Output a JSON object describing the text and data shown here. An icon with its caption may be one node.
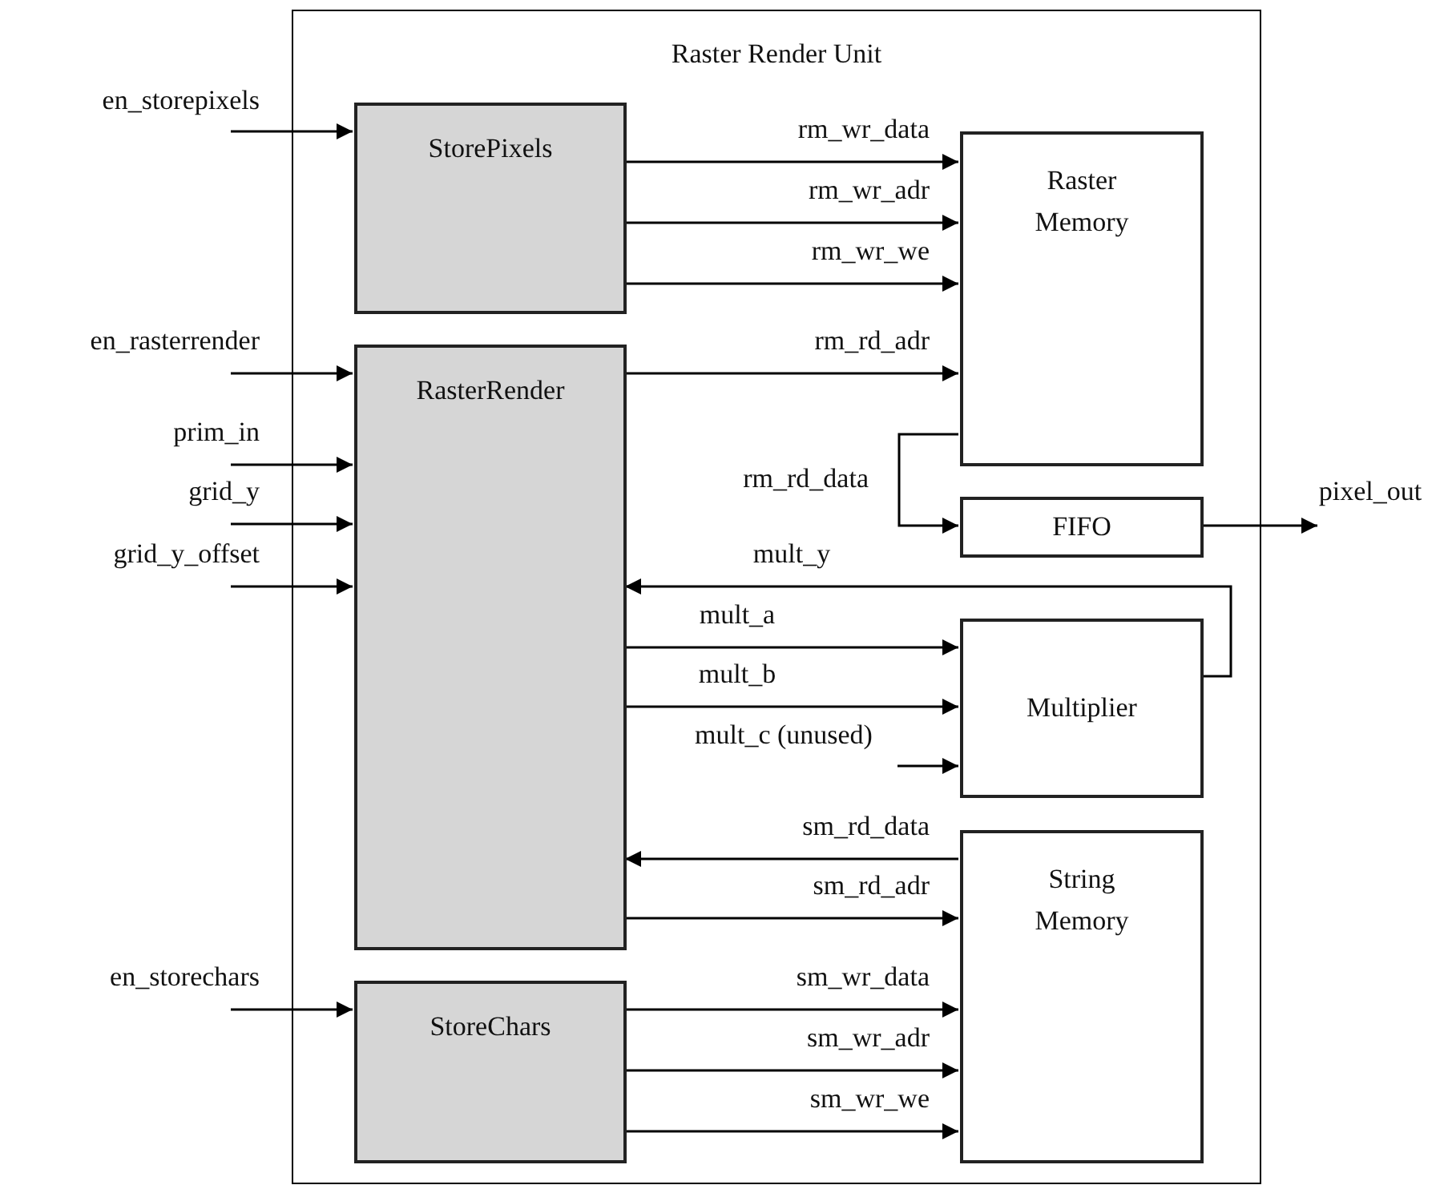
{
  "diagram": {
    "nodes": [
      {
        "text": [
          "Raster Render Unit"
        ]
      },
      {
        "text": [
          "StorePixels"
        ],
        "in": 0
      },
      {
        "text": [
          "RasterRender"
        ],
        "in": 0
      },
      {
        "text": [
          "StoreChars"
        ],
        "in": 0
      },
      {
        "text": [
          "Raster Memory"
        ],
        "in": 0
      },
      {
        "text": [
          "FIFO"
        ],
        "in": 0
      },
      {
        "text": [
          "Multiplier"
        ],
        "in": 0
      },
      {
        "text": [
          "String Memory"
        ],
        "in": 0
      }
    ],
    "edges": [
      {
        "from": null,
        "to": 1,
        "arrow": "to",
        "label": "en_storepixels"
      },
      {
        "from": null,
        "to": 2,
        "arrow": "to",
        "label": "en_rasterrender"
      },
      {
        "from": null,
        "to": 2,
        "arrow": "to",
        "label": "prim_in"
      },
      {
        "from": null,
        "to": 2,
        "arrow": "to",
        "label": "grid_y"
      },
      {
        "from": null,
        "to": 2,
        "arrow": "to",
        "label": "grid_y_offset"
      },
      {
        "from": null,
        "to": 3,
        "arrow": "to",
        "label": "en_storechars"
      },
      {
        "from": 1,
        "to": 4,
        "arrow": "to",
        "label": "rm_wr_data"
      },
      {
        "from": 1,
        "to": 4,
        "arrow": "to",
        "label": "rm_wr_adr"
      },
      {
        "from": 1,
        "to": 4,
        "arrow": "to",
        "label": "rm_wr_we"
      },
      {
        "from": 2,
        "to": 4,
        "arrow": "to",
        "label": "rm_rd_adr"
      },
      {
        "from": 4,
        "to": 5,
        "arrow": "to",
        "label": "rm_rd_data"
      },
      {
        "from": 5,
        "to": null,
        "arrow": "to",
        "label": "pixel_out"
      },
      {
        "from": 6,
        "to": 2,
        "arrow": "to",
        "label": "mult_y"
      },
      {
        "from": 2,
        "to": 6,
        "arrow": "to",
        "label": "mult_a"
      },
      {
        "from": 2,
        "to": 6,
        "arrow": "to",
        "label": "mult_b"
      },
      {
        "from": null,
        "to": 6,
        "arrow": "to",
        "label": "mult_c (unused)"
      },
      {
        "from": 7,
        "to": 2,
        "arrow": "to",
        "label": "sm_rd_data"
      },
      {
        "from": 2,
        "to": 7,
        "arrow": "to",
        "label": "sm_rd_adr"
      },
      {
        "from": 3,
        "to": 7,
        "arrow": "to",
        "label": "sm_wr_data"
      },
      {
        "from": 3,
        "to": 7,
        "arrow": "to",
        "label": "sm_wr_adr"
      },
      {
        "from": 3,
        "to": 7,
        "arrow": "to",
        "label": "sm_wr_we"
      }
    ]
  }
}
